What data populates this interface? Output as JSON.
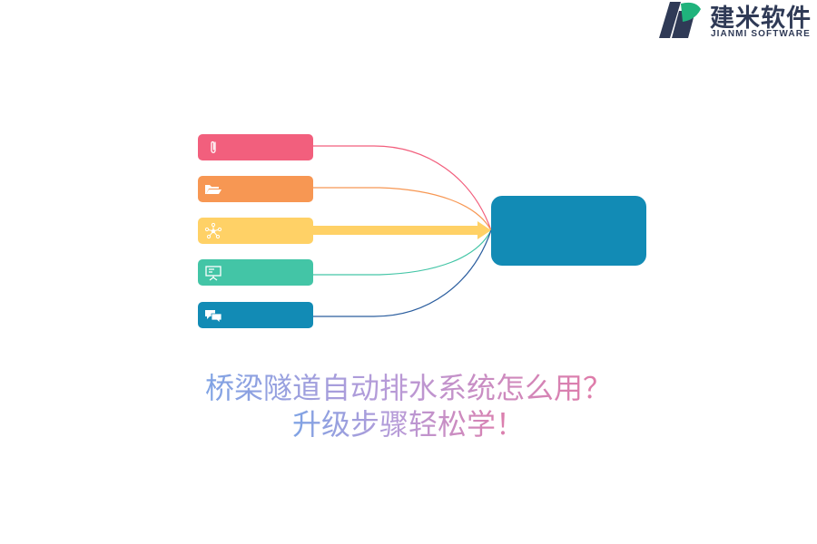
{
  "logo": {
    "name_cn": "建米软件",
    "name_en": "JIANMI SOFTWARE",
    "colors": {
      "dark": "#2f3a56",
      "green": "#1fb37c"
    }
  },
  "diagram": {
    "items": [
      {
        "icon": "paperclip-icon",
        "color": "#f25f7d"
      },
      {
        "icon": "folder-open-icon",
        "color": "#f79753"
      },
      {
        "icon": "network-icon",
        "color": "#ffd166"
      },
      {
        "icon": "presentation-board-icon",
        "color": "#43c5a6"
      },
      {
        "icon": "chat-bubbles-icon",
        "color": "#128bb5"
      }
    ],
    "hub_color": "#128bb5"
  },
  "title": {
    "line1": "桥梁隧道自动排水系统怎么用？",
    "line2": "升级步骤轻松学！"
  }
}
